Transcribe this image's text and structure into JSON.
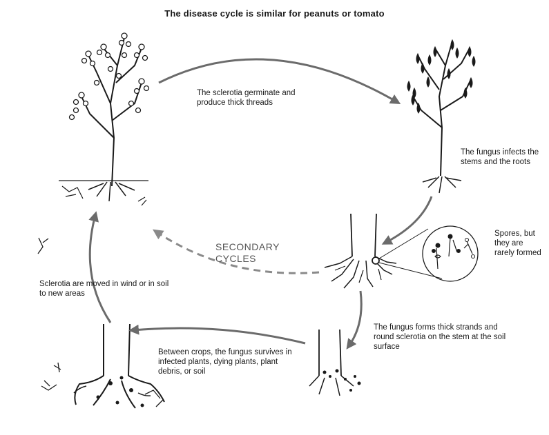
{
  "title": "The disease cycle is similar for peanuts or tomato",
  "captions": {
    "germinate": "The sclerotia germinate and produce thick threads",
    "infects": "The fungus infects the stems and the roots",
    "spores": "Spores, but they are rarely formed",
    "strands": "The fungus forms thick strands and round sclerotia on the stem at the soil surface",
    "survives": "Between crops, the fungus survives in infected plants, dying plants, plant debris, or soil",
    "moved": "Sclerotia are moved in wind or in soil to new areas"
  },
  "secondary_cycles": "SECONDARY CYCLES",
  "colors": {
    "arrow": "#6b6b6b",
    "ink": "#1a1a1a",
    "dashed_arrow": "#8a8a8a"
  }
}
